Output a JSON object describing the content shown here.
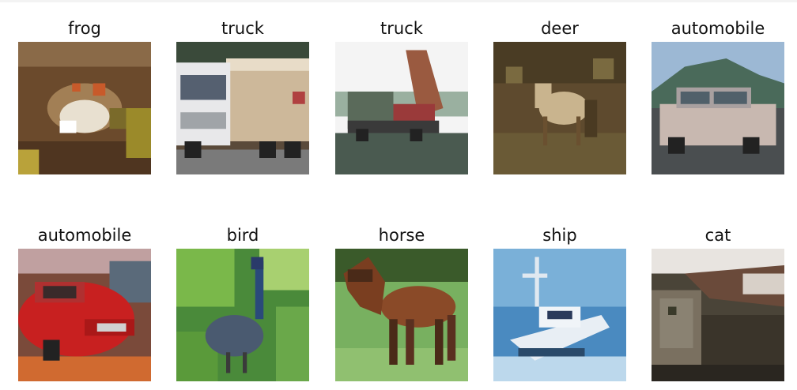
{
  "grid": {
    "images": [
      {
        "label": "frog",
        "scene": "frog"
      },
      {
        "label": "truck",
        "scene": "truck1"
      },
      {
        "label": "truck",
        "scene": "truck2"
      },
      {
        "label": "deer",
        "scene": "deer"
      },
      {
        "label": "automobile",
        "scene": "car1"
      },
      {
        "label": "automobile",
        "scene": "car2"
      },
      {
        "label": "bird",
        "scene": "bird"
      },
      {
        "label": "horse",
        "scene": "horse"
      },
      {
        "label": "ship",
        "scene": "ship"
      },
      {
        "label": "cat",
        "scene": "cat"
      }
    ]
  }
}
